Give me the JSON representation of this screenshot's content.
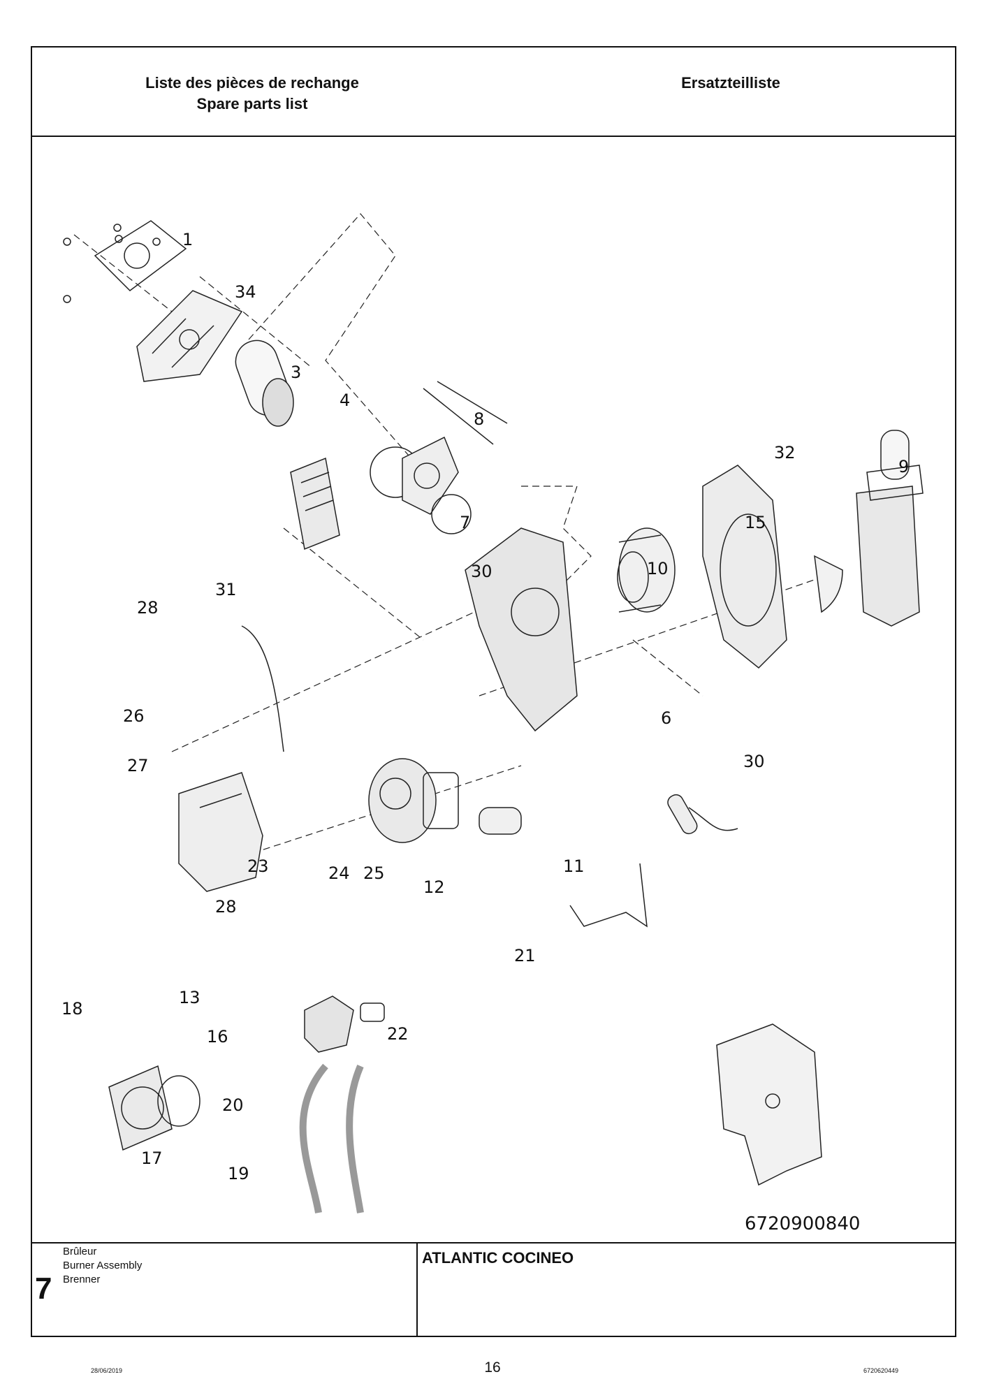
{
  "header": {
    "title_fr": "Liste des pièces de rechange",
    "title_en": "Spare parts list",
    "title_de": "Ersatzteilliste"
  },
  "diagram": {
    "document_number": "6720900840",
    "callouts": [
      "1",
      "34",
      "3",
      "4",
      "8",
      "32",
      "9",
      "7",
      "30",
      "15",
      "10",
      "28",
      "31",
      "26",
      "6",
      "27",
      "30",
      "23",
      "24",
      "25",
      "12",
      "11",
      "28",
      "21",
      "13",
      "18",
      "22",
      "16",
      "20",
      "17",
      "19"
    ]
  },
  "footer": {
    "section_number": "7",
    "section_fr": "Brûleur",
    "section_en": "Burner Assembly",
    "section_de": "Brenner",
    "model": "ATLANTIC COCINEO"
  },
  "page": {
    "number": "16",
    "date": "28/06/2019",
    "reference": "6720620449"
  }
}
